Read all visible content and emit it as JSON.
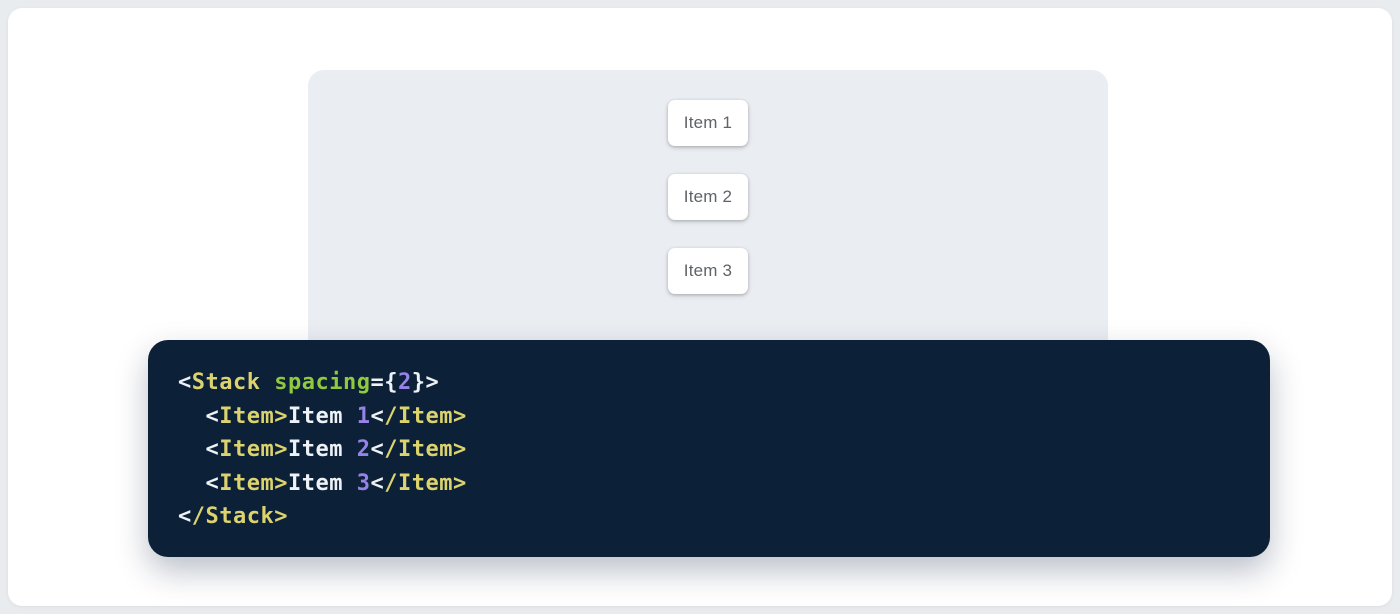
{
  "page": {
    "background": "#e9ecef",
    "card_background": "#ffffff"
  },
  "stack_demo": {
    "panel_background": "#eaedf2",
    "item_text_color": "#5f6368",
    "items": [
      {
        "label": "Item 1"
      },
      {
        "label": "Item 2"
      },
      {
        "label": "Item 3"
      }
    ]
  },
  "code_block": {
    "language": "jsx",
    "background": "#0c2037",
    "colors": {
      "plain": "#eef2f6",
      "tag": "#ddd36e",
      "attr": "#90c83e",
      "number": "#9782e8"
    },
    "code_text": "<Stack spacing={2}>\n  <Item>Item 1</Item>\n  <Item>Item 2</Item>\n  <Item>Item 3</Item>\n</Stack>",
    "lines": [
      [
        {
          "t": "<",
          "c": "plain"
        },
        {
          "t": "Stack",
          "c": "tag"
        },
        {
          "t": " ",
          "c": "plain"
        },
        {
          "t": "spacing",
          "c": "attr"
        },
        {
          "t": "={",
          "c": "plain"
        },
        {
          "t": "2",
          "c": "number"
        },
        {
          "t": "}>",
          "c": "plain"
        }
      ],
      [
        {
          "t": "  ",
          "c": "plain"
        },
        {
          "t": "<",
          "c": "plain"
        },
        {
          "t": "Item>",
          "c": "tag"
        },
        {
          "t": "Item ",
          "c": "plain"
        },
        {
          "t": "1",
          "c": "number"
        },
        {
          "t": "<",
          "c": "plain"
        },
        {
          "t": "/Item>",
          "c": "tag"
        }
      ],
      [
        {
          "t": "  ",
          "c": "plain"
        },
        {
          "t": "<",
          "c": "plain"
        },
        {
          "t": "Item>",
          "c": "tag"
        },
        {
          "t": "Item ",
          "c": "plain"
        },
        {
          "t": "2",
          "c": "number"
        },
        {
          "t": "<",
          "c": "plain"
        },
        {
          "t": "/Item>",
          "c": "tag"
        }
      ],
      [
        {
          "t": "  ",
          "c": "plain"
        },
        {
          "t": "<",
          "c": "plain"
        },
        {
          "t": "Item>",
          "c": "tag"
        },
        {
          "t": "Item ",
          "c": "plain"
        },
        {
          "t": "3",
          "c": "number"
        },
        {
          "t": "<",
          "c": "plain"
        },
        {
          "t": "/Item>",
          "c": "tag"
        }
      ],
      [
        {
          "t": "<",
          "c": "plain"
        },
        {
          "t": "/Stack>",
          "c": "tag"
        }
      ]
    ]
  }
}
